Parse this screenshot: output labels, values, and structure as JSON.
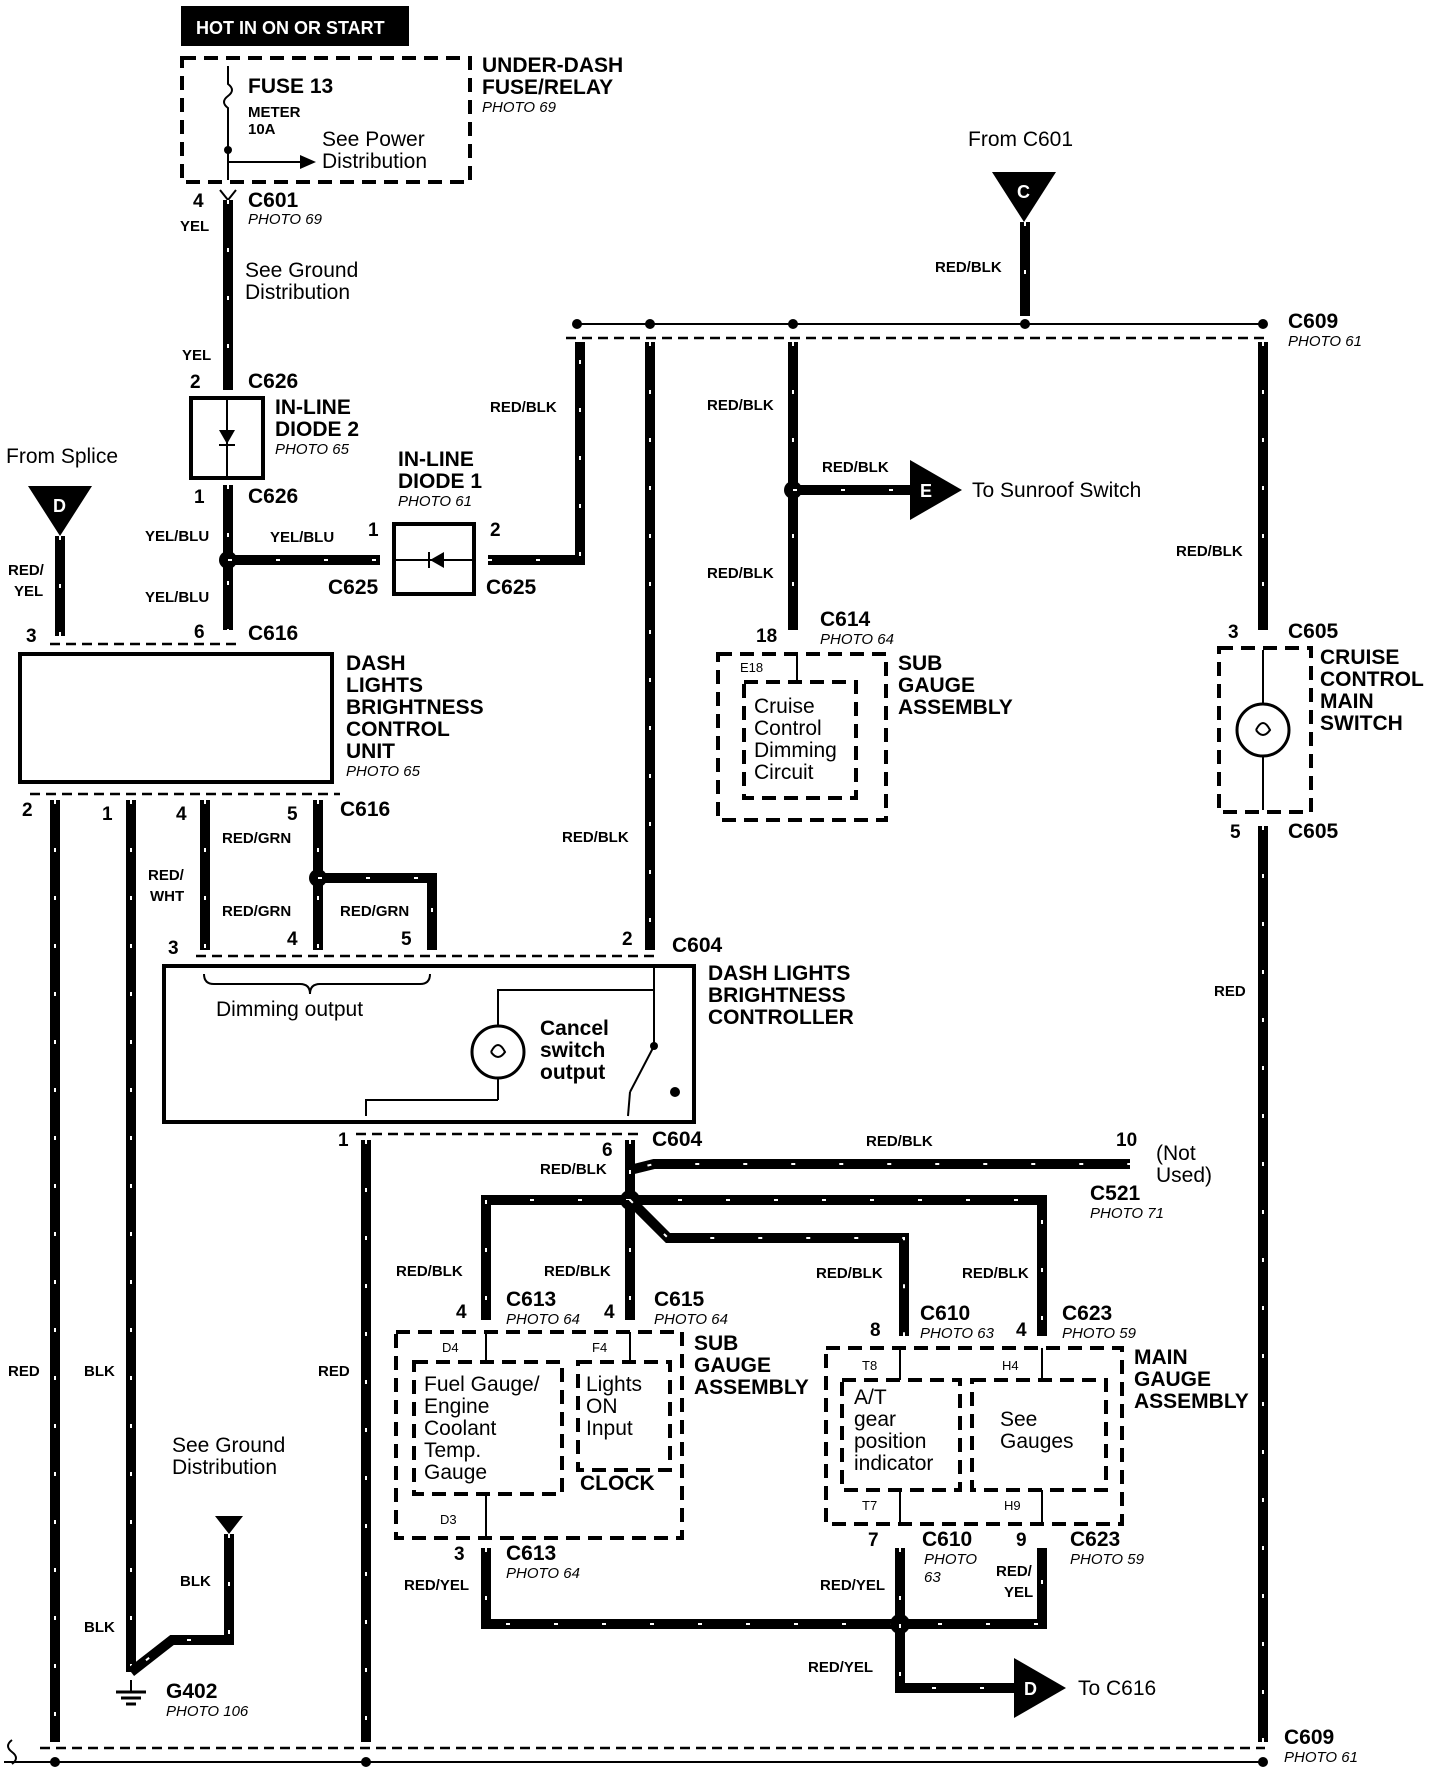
{
  "header": {
    "tag": "HOT IN ON OR START"
  },
  "fuse": {
    "box_title_1": "UNDER-DASH",
    "box_title_2": "FUSE/RELAY",
    "box_photo": "PHOTO 69",
    "name": "FUSE 13",
    "label_1": "METER",
    "label_2": "10A",
    "see_1": "See Power",
    "see_2": "Distribution"
  },
  "connectors": {
    "c601": "C601",
    "c601_photo": "PHOTO 69",
    "c626": "C626",
    "c625": "C625",
    "c616": "C616",
    "c609": "C609",
    "c609_photo": "PHOTO 61",
    "c614": "C614",
    "c614_photo": "PHOTO 64",
    "c605": "C605",
    "c604": "C604",
    "c521": "C521",
    "c521_photo": "PHOTO 71",
    "c613": "C613",
    "c613_photo": "PHOTO 64",
    "c615": "C615",
    "c615_photo": "PHOTO 64",
    "c610": "C610",
    "c610_photo": "PHOTO 63",
    "c610_photo_a": "PHOTO",
    "c610_photo_b": "63",
    "c623": "C623",
    "c623_photo": "PHOTO 59",
    "g402": "G402",
    "g402_photo": "PHOTO 106"
  },
  "notes": {
    "see_ground_1": "See Ground",
    "see_ground_2": "Distribution",
    "from_c601": "From C601",
    "from_splice": "From Splice",
    "to_sunroof": "To  Sunroof Switch",
    "to_c616": "To  C616",
    "not_used_1": "(Not",
    "not_used_2": "Used)",
    "dimming_output": "Dimming output"
  },
  "components": {
    "diode2_1": "IN-LINE",
    "diode2_2": "DIODE 2",
    "diode2_photo": "PHOTO 65",
    "diode1_1": "IN-LINE",
    "diode1_2": "DIODE 1",
    "diode1_photo": "PHOTO 61",
    "unit_1": "DASH",
    "unit_2": "LIGHTS",
    "unit_3": "BRIGHTNESS",
    "unit_4": "CONTROL",
    "unit_5": "UNIT",
    "unit_photo": "PHOTO 65",
    "ctrl_1": "DASH LIGHTS",
    "ctrl_2": "BRIGHTNESS",
    "ctrl_3": "CONTROLLER",
    "cancel_1": "Cancel",
    "cancel_2": "switch",
    "cancel_3": "output",
    "sub_1": "SUB",
    "sub_2": "GAUGE",
    "sub_3": "ASSEMBLY",
    "cruise_dim_1": "Cruise",
    "cruise_dim_2": "Control",
    "cruise_dim_3": "Dimming",
    "cruise_dim_4": "Circuit",
    "cruise_1": "CRUISE",
    "cruise_2": "CONTROL",
    "cruise_3": "MAIN",
    "cruise_4": "SWITCH",
    "fuel_1": "Fuel Gauge/",
    "fuel_2": "Engine",
    "fuel_3": "Coolant",
    "fuel_4": "Temp.",
    "fuel_5": "Gauge",
    "lights_1": "Lights",
    "lights_2": "ON",
    "lights_3": "Input",
    "clock": "CLOCK",
    "main_1": "MAIN",
    "main_2": "GAUGE",
    "main_3": "ASSEMBLY",
    "at_1": "A/T",
    "at_2": "gear",
    "at_3": "position",
    "at_4": "indicator",
    "see_gauges_1": "See",
    "see_gauges_2": "Gauges"
  },
  "wire_colors": {
    "yel": "YEL",
    "yel_blu": "YEL/BLU",
    "red_blk": "RED/BLK",
    "red": "RED",
    "red_yel_a": "RED/",
    "red_yel_b": "YEL",
    "red_yel": "RED/YEL",
    "red_grn": "RED/GRN",
    "red_wht_a": "RED/",
    "red_wht_b": "WHT",
    "blk": "BLK"
  },
  "tags": {
    "c": "C",
    "d": "D",
    "e": "E"
  },
  "pins": {
    "p1": "1",
    "p2": "2",
    "p3": "3",
    "p4": "4",
    "p5": "5",
    "p6": "6",
    "p7": "7",
    "p8": "8",
    "p9": "9",
    "p10": "10",
    "p18": "18",
    "e18": "E18",
    "d4": "D4",
    "d3": "D3",
    "f4": "F4",
    "t8": "T8",
    "t7": "T7",
    "h4": "H4",
    "h9": "H9"
  }
}
